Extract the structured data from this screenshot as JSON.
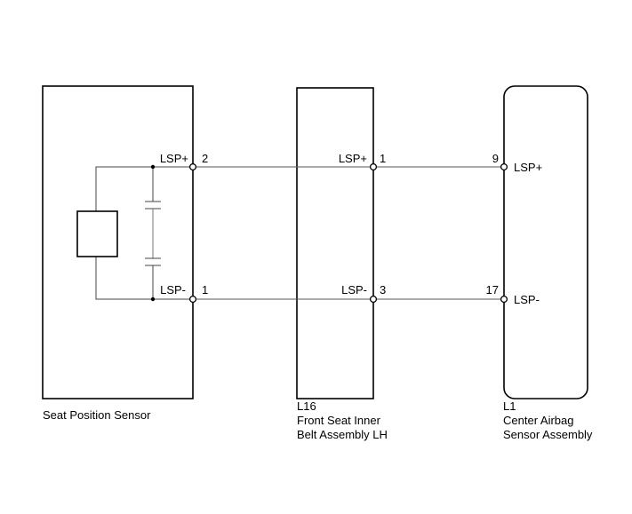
{
  "components": {
    "seat_position_sensor": {
      "name": "Seat Position Sensor",
      "pin_lsp_plus": {
        "signal": "LSP+",
        "pin": "2"
      },
      "pin_lsp_minus": {
        "signal": "LSP-",
        "pin": "1"
      }
    },
    "l16": {
      "code": "L16",
      "name_line1": "Front Seat Inner",
      "name_line2": "Belt Assembly LH",
      "pin_lsp_plus": {
        "signal": "LSP+",
        "pin": "1"
      },
      "pin_lsp_minus": {
        "signal": "LSP-",
        "pin": "3"
      }
    },
    "l1": {
      "code": "L1",
      "name_line1": "Center Airbag",
      "name_line2": "Sensor Assembly",
      "pin_lsp_plus": {
        "signal": "LSP+",
        "pin": "9"
      },
      "pin_lsp_minus": {
        "signal": "LSP-",
        "pin": "17"
      }
    }
  }
}
